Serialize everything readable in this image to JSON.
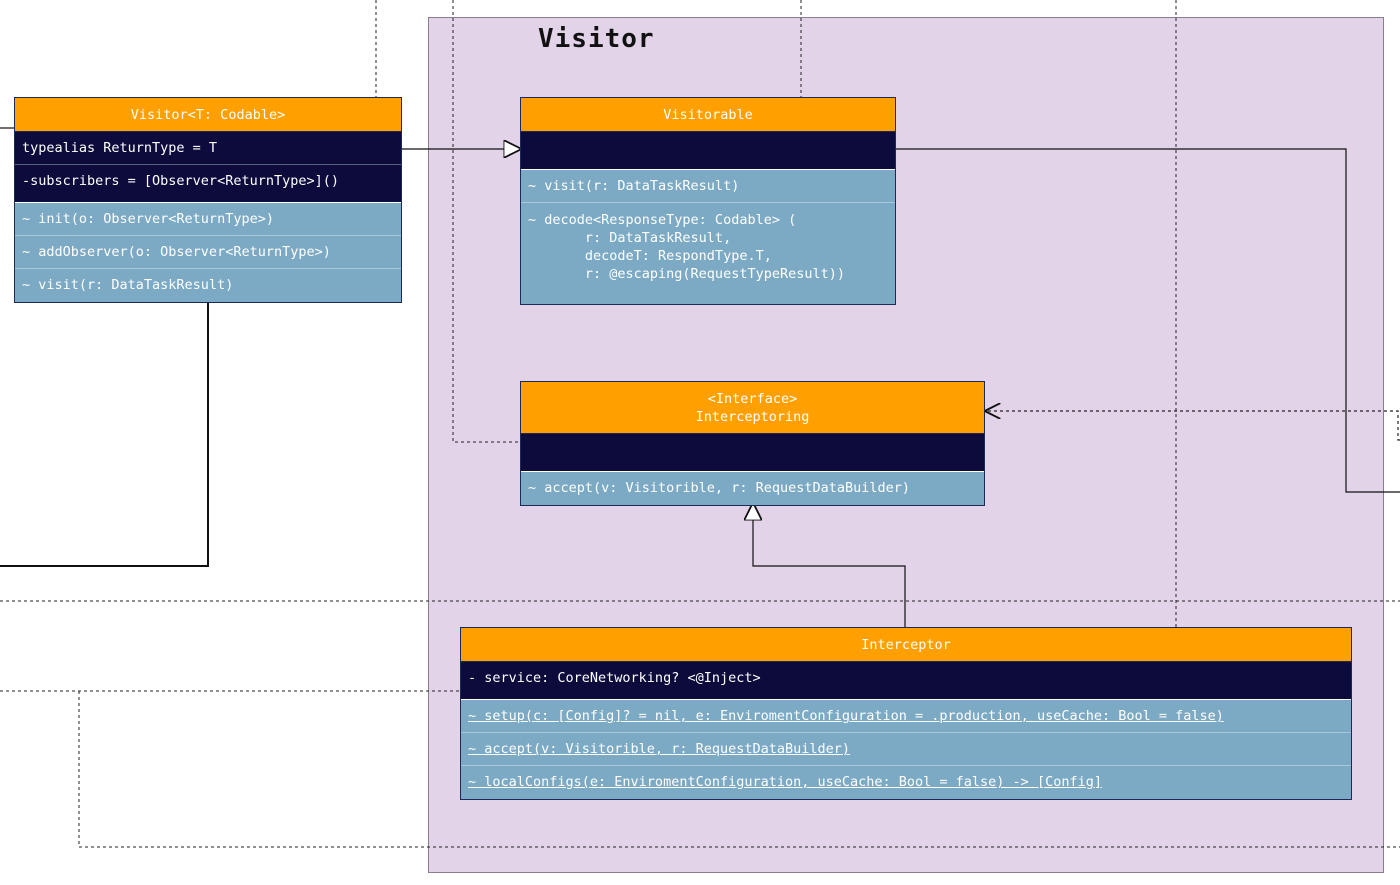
{
  "package": {
    "title": "Visitor"
  },
  "visitor_class": {
    "name": "Visitor<T: Codable>",
    "attributes": [
      "typealias ReturnType = T",
      "-subscribers = [Observer<ReturnType>]()"
    ],
    "operations": [
      "~ init(o: Observer<ReturnType>)",
      "~ addObserver(o: Observer<ReturnType>)",
      "~ visit(r: DataTaskResult)"
    ]
  },
  "visitorable_class": {
    "name": "Visitorable",
    "operations": [
      "~ visit(r: DataTaskResult)",
      "~ decode<ResponseType: Codable> (\n       r: DataTaskResult,\n       decodeT: RespondType.T,\n       r: @escaping(RequestTypeResult))"
    ]
  },
  "interceptoring_class": {
    "stereotype": "<Interface>",
    "name": "Interceptoring",
    "operations": [
      "~ accept(v: Visitorible, r: RequestDataBuilder)"
    ]
  },
  "interceptor_class": {
    "name": "Interceptor",
    "attributes": [
      "- service: CoreNetworking? <@Inject>"
    ],
    "operations": [
      "~ setup(c: [Config]? = nil, e: EnviromentConfiguration = .production, useCache: Bool = false)",
      "~ accept(v: Visitorible, r: RequestDataBuilder)",
      "~ localConfigs(e: EnviromentConfiguration, useCache: Bool = false) -> [Config]"
    ]
  }
}
